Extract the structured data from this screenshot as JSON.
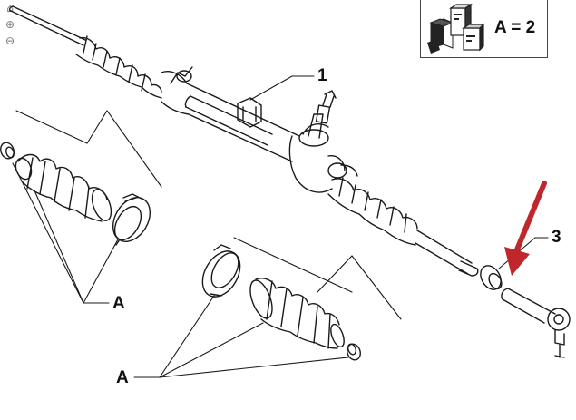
{
  "toolbar": {
    "zoom_icons": [
      "home-icon",
      "zoom-in-icon",
      "zoom-out-icon"
    ]
  },
  "callouts": {
    "item_1": "1",
    "item_3": "3",
    "group_a_left": "A",
    "group_a_bottom": "A"
  },
  "quantity_box": {
    "text": "A = 2",
    "icon": "package-boxes-icon"
  },
  "colors": {
    "line": "#1a1a1a",
    "arrow": "#c0272d",
    "background": "#ffffff"
  }
}
